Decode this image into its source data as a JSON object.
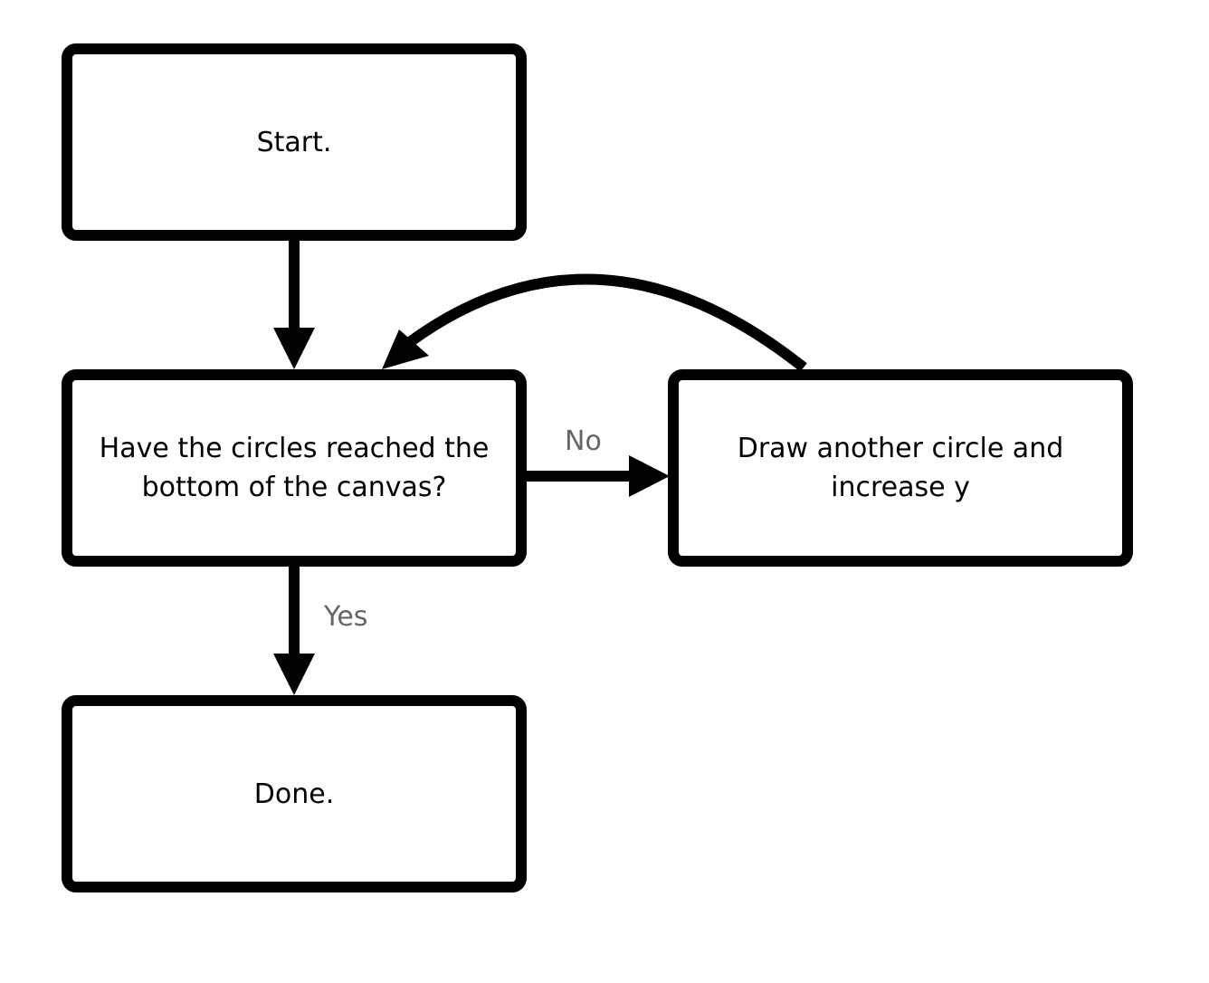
{
  "diagram": {
    "type": "flowchart",
    "line_color": "#000000",
    "box_border_color": "#000000",
    "box_fill": "#ffffff",
    "label_color": "#666666",
    "nodes": {
      "start": "Start.",
      "check": "Have the circles reached the bottom of the canvas?",
      "draw": "Draw another circle and increase y",
      "done": "Done."
    },
    "edge_labels": {
      "no": "No",
      "yes": "Yes"
    },
    "edges": [
      {
        "from": "start",
        "to": "check",
        "label": ""
      },
      {
        "from": "check",
        "to": "draw",
        "label": "No"
      },
      {
        "from": "draw",
        "to": "check",
        "label": ""
      },
      {
        "from": "check",
        "to": "done",
        "label": "Yes"
      }
    ]
  }
}
